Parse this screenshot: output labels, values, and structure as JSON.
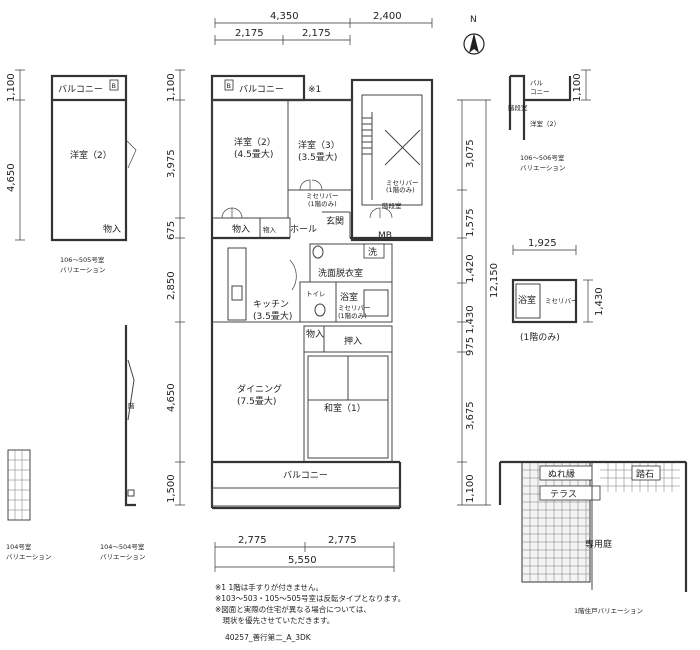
{
  "dims_top": [
    "4,350",
    "2,400",
    "2,175",
    "2,175"
  ],
  "dims_bottom": [
    "2,775",
    "2,775",
    "5,550"
  ],
  "dims_left": [
    "1,100",
    "3,975",
    "675",
    "2,850",
    "4,650",
    "1,500"
  ],
  "dims_right": [
    "3,075",
    "1,575",
    "1,420",
    "1,430",
    "975",
    "3,675",
    "1,100"
  ],
  "dim_right_total": "12,150",
  "dims_aux": {
    "left_top": "1,100",
    "left_mid": "4,650",
    "right_top": "1,100",
    "bath_w": "1,925",
    "bath_h": "1,430"
  },
  "rooms": {
    "balcony_top": "バルコニー",
    "balcony_b_mark": "B",
    "note_mark": "※1",
    "western2_name": "洋室（2）",
    "western2_size": "(4.5畳大)",
    "western3_name": "洋室（3）",
    "western3_size": "(3.5畳大)",
    "evcheck": "ミセリバー",
    "evcheck_note": "(1階のみ)",
    "stair_check": "ミセリバー",
    "stair_check_note": "(1階のみ)",
    "stair_room": "階段室",
    "storage_a": "物入",
    "storage_b": "物入",
    "hall": "ホール",
    "entrance": "玄関",
    "mb": "MB",
    "washer": "洗",
    "washroom": "洗面脱衣室",
    "toilet": "トイレ",
    "bath": "浴室",
    "bath_check": "ミセリバー",
    "bath_check_note": "(1階のみ)",
    "kitchen_name": "キッチン",
    "kitchen_size": "(3.5畳大)",
    "storage_c": "物入",
    "closet": "押入",
    "dining_name": "ダイニング",
    "dining_size": "(7.5畳大)",
    "japanese_name": "和室（1）",
    "balcony_bottom": "バルコニー"
  },
  "variants": {
    "left_balcony": "バルコニー",
    "left_balcony_b": "B",
    "left_room": "洋室（2）",
    "left_storage": "物入",
    "left_caption_1": "106～505号室",
    "left_caption_2": "バリエーション",
    "left_mid_label": "階",
    "bottom_left_1_caption_1": "104号室",
    "bottom_left_1_caption_2": "バリエーション",
    "bottom_left_2_caption_1": "104～504号室",
    "bottom_left_2_caption_2": "バリエーション",
    "right_top_stair": "階段室",
    "right_top_balcony_1": "バル",
    "right_top_balcony_2": "コニー",
    "right_top_room": "洋室（2）",
    "right_top_caption_1": "106～506号室",
    "right_top_caption_2": "バリエーション",
    "bath_var_room": "浴室",
    "bath_var_check": "ミセリバー",
    "bath_var_caption": "(1階のみ)",
    "terrace_wet": "ぬれ縁",
    "terrace_stone": "踏石",
    "terrace": "テラス",
    "garden": "専用庭",
    "terrace_caption": "1階住戸バリエーション"
  },
  "north": "N",
  "notes": [
    "※1  1階は手すりが付きません。",
    "※103～503・105～505号室は反転タイプとなります。",
    "※図面と実際の住宅が異なる場合については、",
    "　現状を優先させていただきます。"
  ],
  "footer_code": "40257_善行第二_A_3DK"
}
